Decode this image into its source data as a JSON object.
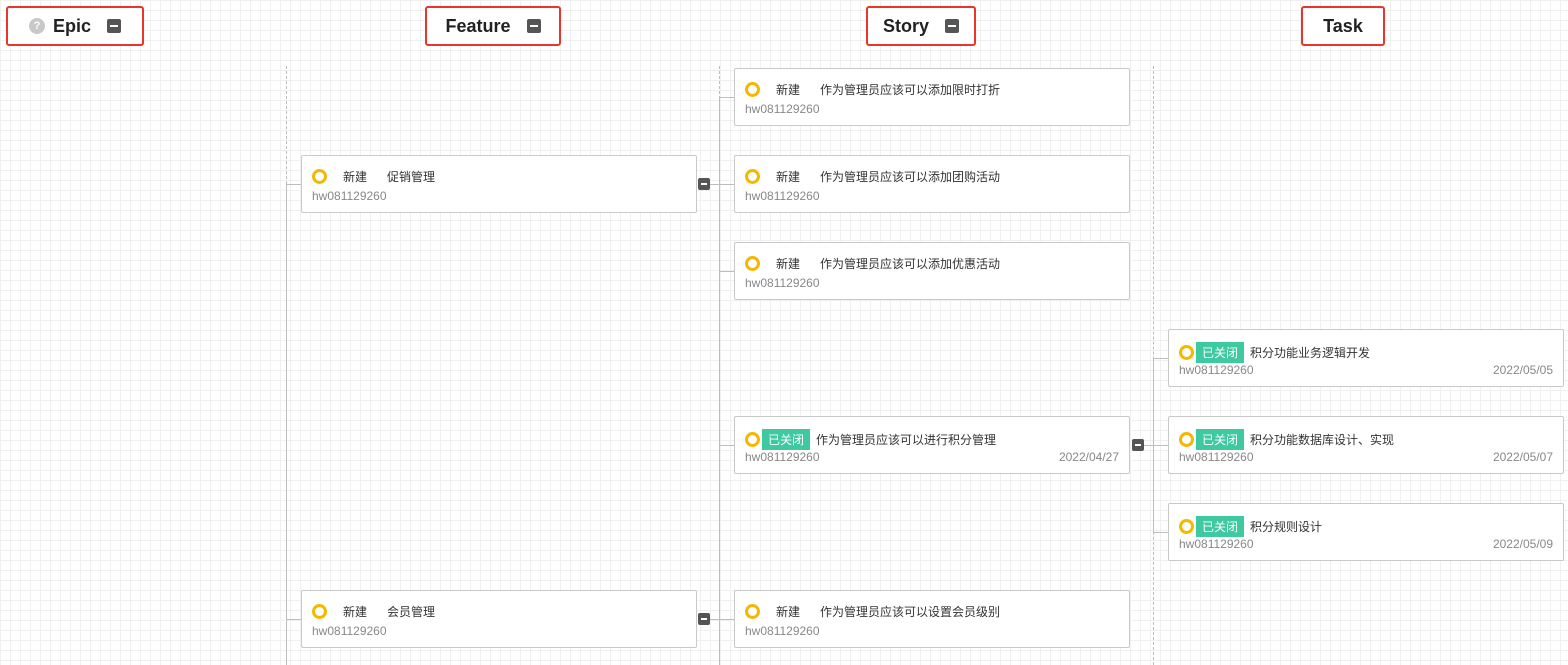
{
  "columns": {
    "epic": {
      "label": "Epic",
      "help_icon": "?"
    },
    "feature": {
      "label": "Feature"
    },
    "story": {
      "label": "Story"
    },
    "task": {
      "label": "Task"
    }
  },
  "colors": {
    "status_ring": "#f5b800",
    "closed_badge": "#3fc9a0",
    "header_border": "#e8372a"
  },
  "features": [
    {
      "status": "新建",
      "title": "促销管理",
      "id": "hw081129260"
    },
    {
      "status": "新建",
      "title": "会员管理",
      "id": "hw081129260"
    }
  ],
  "stories": [
    {
      "status": "新建",
      "title": "作为管理员应该可以添加限时打折",
      "id": "hw081129260",
      "date": ""
    },
    {
      "status": "新建",
      "title": "作为管理员应该可以添加团购活动",
      "id": "hw081129260",
      "date": ""
    },
    {
      "status": "新建",
      "title": "作为管理员应该可以添加优惠活动",
      "id": "hw081129260",
      "date": ""
    },
    {
      "status": "已关闭",
      "title": "作为管理员应该可以进行积分管理",
      "id": "hw081129260",
      "date": "2022/04/27"
    },
    {
      "status": "新建",
      "title": "作为管理员应该可以设置会员级别",
      "id": "hw081129260",
      "date": ""
    }
  ],
  "tasks": [
    {
      "status": "已关闭",
      "title": "积分功能业务逻辑开发",
      "id": "hw081129260",
      "date": "2022/05/05"
    },
    {
      "status": "已关闭",
      "title": "积分功能数据库设计、实现",
      "id": "hw081129260",
      "date": "2022/05/07"
    },
    {
      "status": "已关闭",
      "title": "积分规则设计",
      "id": "hw081129260",
      "date": "2022/05/09"
    }
  ]
}
